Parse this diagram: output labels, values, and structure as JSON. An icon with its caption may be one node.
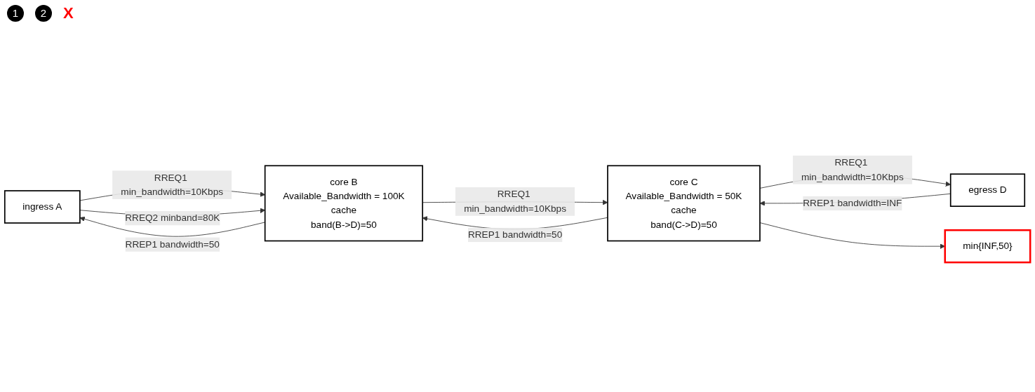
{
  "diagram": {
    "nodes": [
      {
        "text": [
          "ingress A"
        ]
      },
      {
        "text": [
          "core B",
          "Available_Bandwidth = 100K",
          "cache",
          "band(B->D)=50"
        ]
      },
      {
        "text": [
          "core C",
          "Available_Bandwidth = 50K",
          "cache",
          "band(C->D)=50"
        ]
      },
      {
        "text": [
          "egress D"
        ]
      },
      {
        "text": [
          "min{INF,50}"
        ]
      }
    ],
    "edges": [
      {
        "from": 0,
        "to": 1,
        "arrow": "to",
        "label": "RREQ1 min_bandwidth=10Kbps"
      },
      {
        "from": 0,
        "to": 1,
        "arrow": "to",
        "label": "RREQ2 minband=80K"
      },
      {
        "from": 1,
        "to": 2,
        "arrow": "to",
        "label": "RREQ1 min_bandwidth=10Kbps"
      },
      {
        "from": 2,
        "to": 3,
        "arrow": "to",
        "label": "RREQ1 min_bandwidth=10Kbps"
      },
      {
        "from": 3,
        "to": 2,
        "arrow": "to",
        "label": "RREP1 bandwidth=INF"
      },
      {
        "from": 2,
        "to": 1,
        "arrow": "to",
        "label": "RREP1 bandwidth=50"
      },
      {
        "from": 1,
        "to": 0,
        "arrow": "to",
        "label": "RREP1 bandwidth=50"
      },
      {
        "from": 2,
        "to": 4,
        "arrow": "to"
      }
    ],
    "labels": [
      "1",
      "2",
      "X"
    ]
  }
}
